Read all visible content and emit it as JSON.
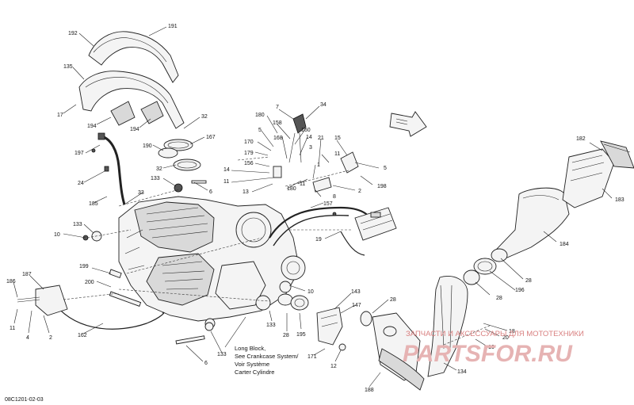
{
  "diagram": {
    "code": "08C1201-02-03",
    "note_lines": [
      "Long Block,",
      "See Crankcase System/",
      "Voir Système",
      "Carter Cylindre"
    ],
    "front_arrow_icon": "front-direction-arrow-icon",
    "callouts": {
      "c192": "192",
      "c191": "191",
      "c135": "135",
      "c17": "17",
      "c194a": "194",
      "c194b": "194",
      "c32a": "32",
      "c190": "190",
      "c167": "167",
      "c32b": "32",
      "c197": "197",
      "c24": "24",
      "c133a": "133",
      "c6a": "6",
      "c33": "33",
      "c185": "185",
      "c180a": "180",
      "c7": "7",
      "c34": "34",
      "c5a": "5",
      "c168": "168",
      "c158": "158",
      "c160": "160",
      "c170": "170",
      "c179": "179",
      "c156": "156",
      "c14a": "14",
      "c3": "3",
      "c21": "21",
      "c1": "1",
      "c15": "15",
      "c11a": "11",
      "c14b": "14",
      "c11b": "11",
      "c13": "13",
      "c180b": "180",
      "c11c": "11",
      "c8": "8",
      "c157": "157",
      "c5b": "5",
      "c198": "198",
      "c2a": "2",
      "c182": "182",
      "c183": "183",
      "c184": "184",
      "c133b": "133",
      "c10a": "10",
      "c19": "19",
      "c199": "199",
      "c200": "200",
      "c187": "187",
      "c186": "186",
      "c11d": "11",
      "c4": "4",
      "c2b": "2",
      "c162": "162",
      "c10b": "10",
      "c143": "143",
      "c147": "147",
      "c28a": "28",
      "c133c": "133",
      "c28b": "28",
      "c195": "195",
      "c28c": "28",
      "c196": "196",
      "c28d": "28",
      "c18": "18",
      "c20": "20",
      "c16": "16",
      "c134": "134",
      "c171": "171",
      "c12": "12",
      "c133d": "133",
      "c6b": "6",
      "c188": "188"
    }
  },
  "watermark": {
    "line1": "ЗАПЧАСТИ И АКСЕССУАРЫ ДЛЯ МОТОТЕХНИКИ",
    "line2": "PARTSFOR.RU"
  }
}
